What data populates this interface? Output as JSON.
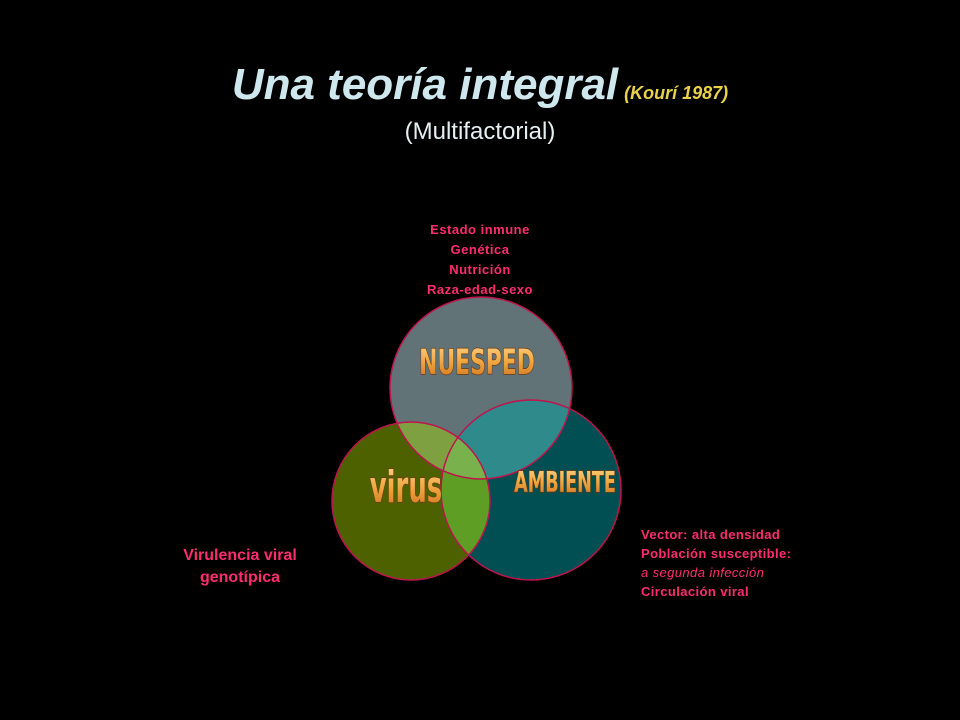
{
  "title": {
    "main": "Una teoría integral",
    "citation": "(Kourí 1987)",
    "subtitle": "(Multifactorial)"
  },
  "venn": {
    "host": {
      "label": "NUESPED",
      "color": "#627377",
      "factors": [
        "Estado  inmune",
        "Genética",
        "Nutrición",
        "Raza-edad-sexo"
      ]
    },
    "virus": {
      "label": "virus",
      "color": "#4e6100",
      "factors": [
        "Virulencia viral",
        "genotípica"
      ]
    },
    "environment": {
      "label": "AMBIENTE",
      "color": "#014f52",
      "factors": [
        "Vector:  alta densidad",
        "Población  susceptible:",
        "a segunda  infección",
        "Circulación  viral"
      ]
    },
    "overlap_colors": {
      "host_virus": "#7ea041",
      "host_environment": "#2f8a8b",
      "virus_environment": "#5e9e25",
      "all": "#79b14d"
    },
    "outline_color": "#c0134d",
    "text_color": "#ff2d6e",
    "wordart_color": "#f0a640"
  }
}
